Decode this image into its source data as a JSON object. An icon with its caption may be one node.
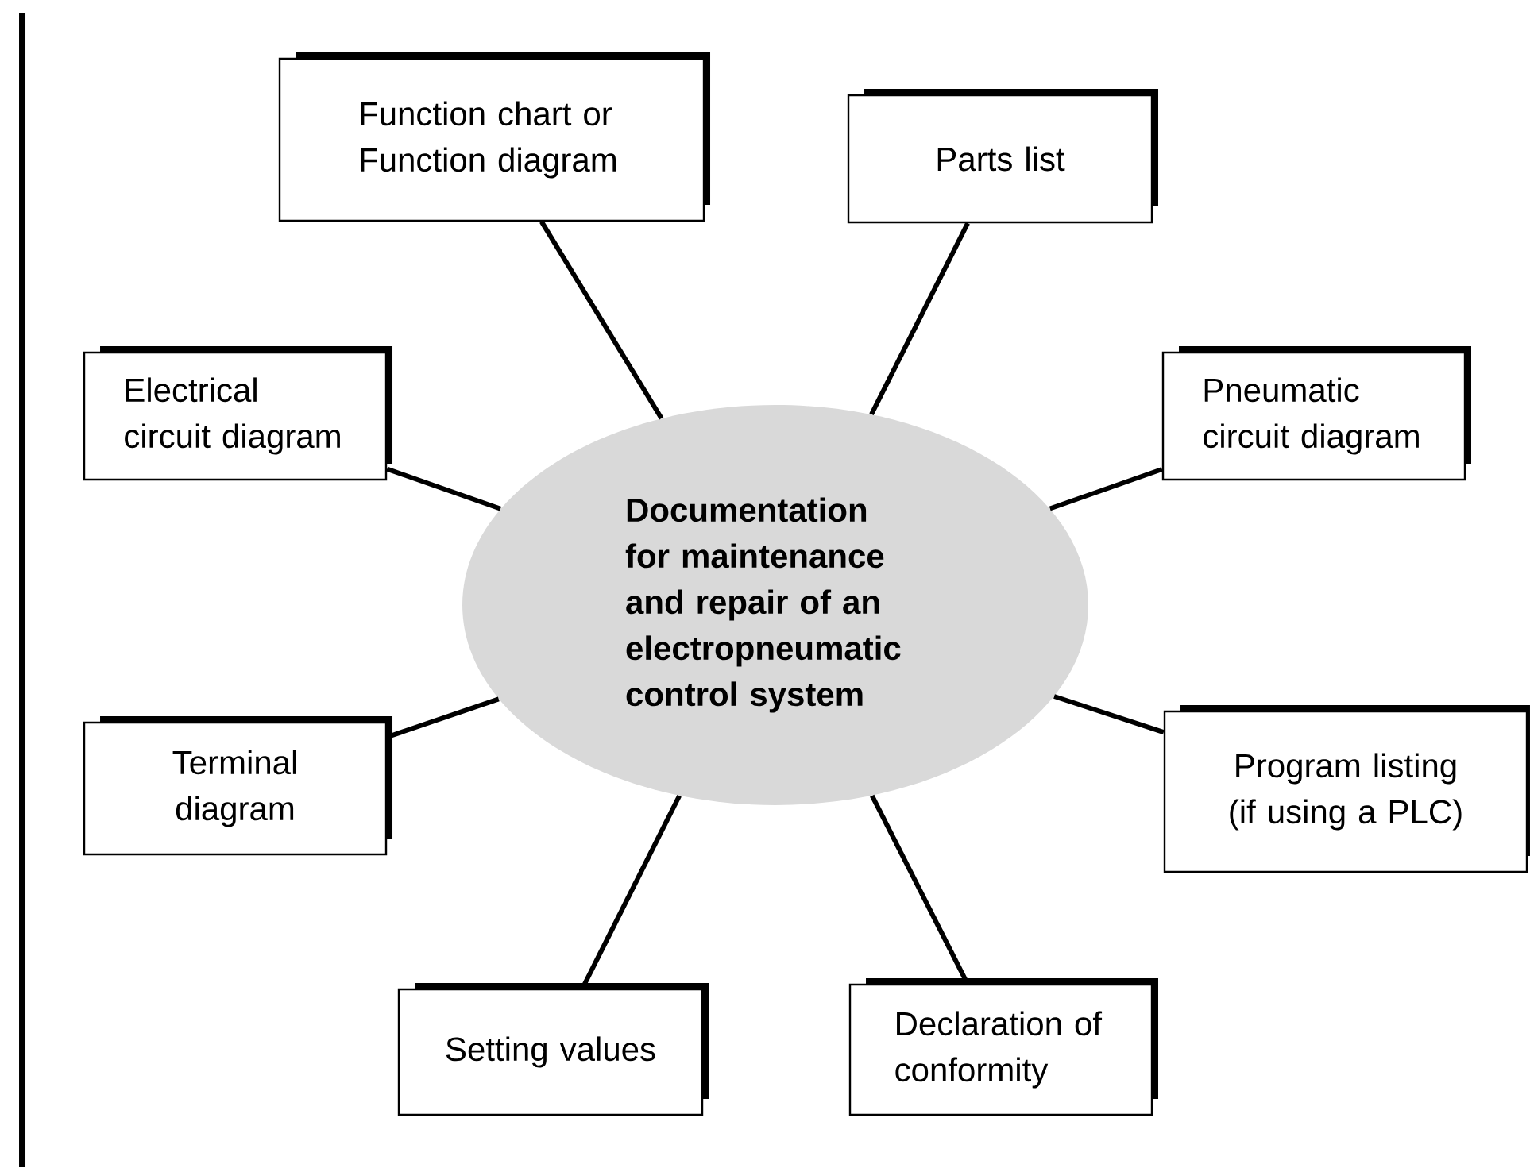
{
  "diagram": {
    "nodes": [
      {
        "text": [
          "Documentation for maintenance and repair of an electropneumatic control system"
        ]
      },
      {
        "text": [
          "Function chart or Function diagram"
        ]
      },
      {
        "text": [
          "Parts list"
        ]
      },
      {
        "text": [
          "Electrical circuit diagram"
        ]
      },
      {
        "text": [
          "Pneumatic circuit diagram"
        ]
      },
      {
        "text": [
          "Terminal diagram"
        ]
      },
      {
        "text": [
          "Program listing (if using a PLC)"
        ]
      },
      {
        "text": [
          "Setting values"
        ]
      },
      {
        "text": [
          "Declaration of conformity"
        ]
      }
    ],
    "edges": [
      {
        "from": 0,
        "to": 1,
        "arrow": "none"
      },
      {
        "from": 0,
        "to": 2,
        "arrow": "none"
      },
      {
        "from": 0,
        "to": 3,
        "arrow": "none"
      },
      {
        "from": 0,
        "to": 4,
        "arrow": "none"
      },
      {
        "from": 0,
        "to": 5,
        "arrow": "none"
      },
      {
        "from": 0,
        "to": 6,
        "arrow": "none"
      },
      {
        "from": 0,
        "to": 7,
        "arrow": "none"
      },
      {
        "from": 0,
        "to": 8,
        "arrow": "none"
      }
    ]
  }
}
